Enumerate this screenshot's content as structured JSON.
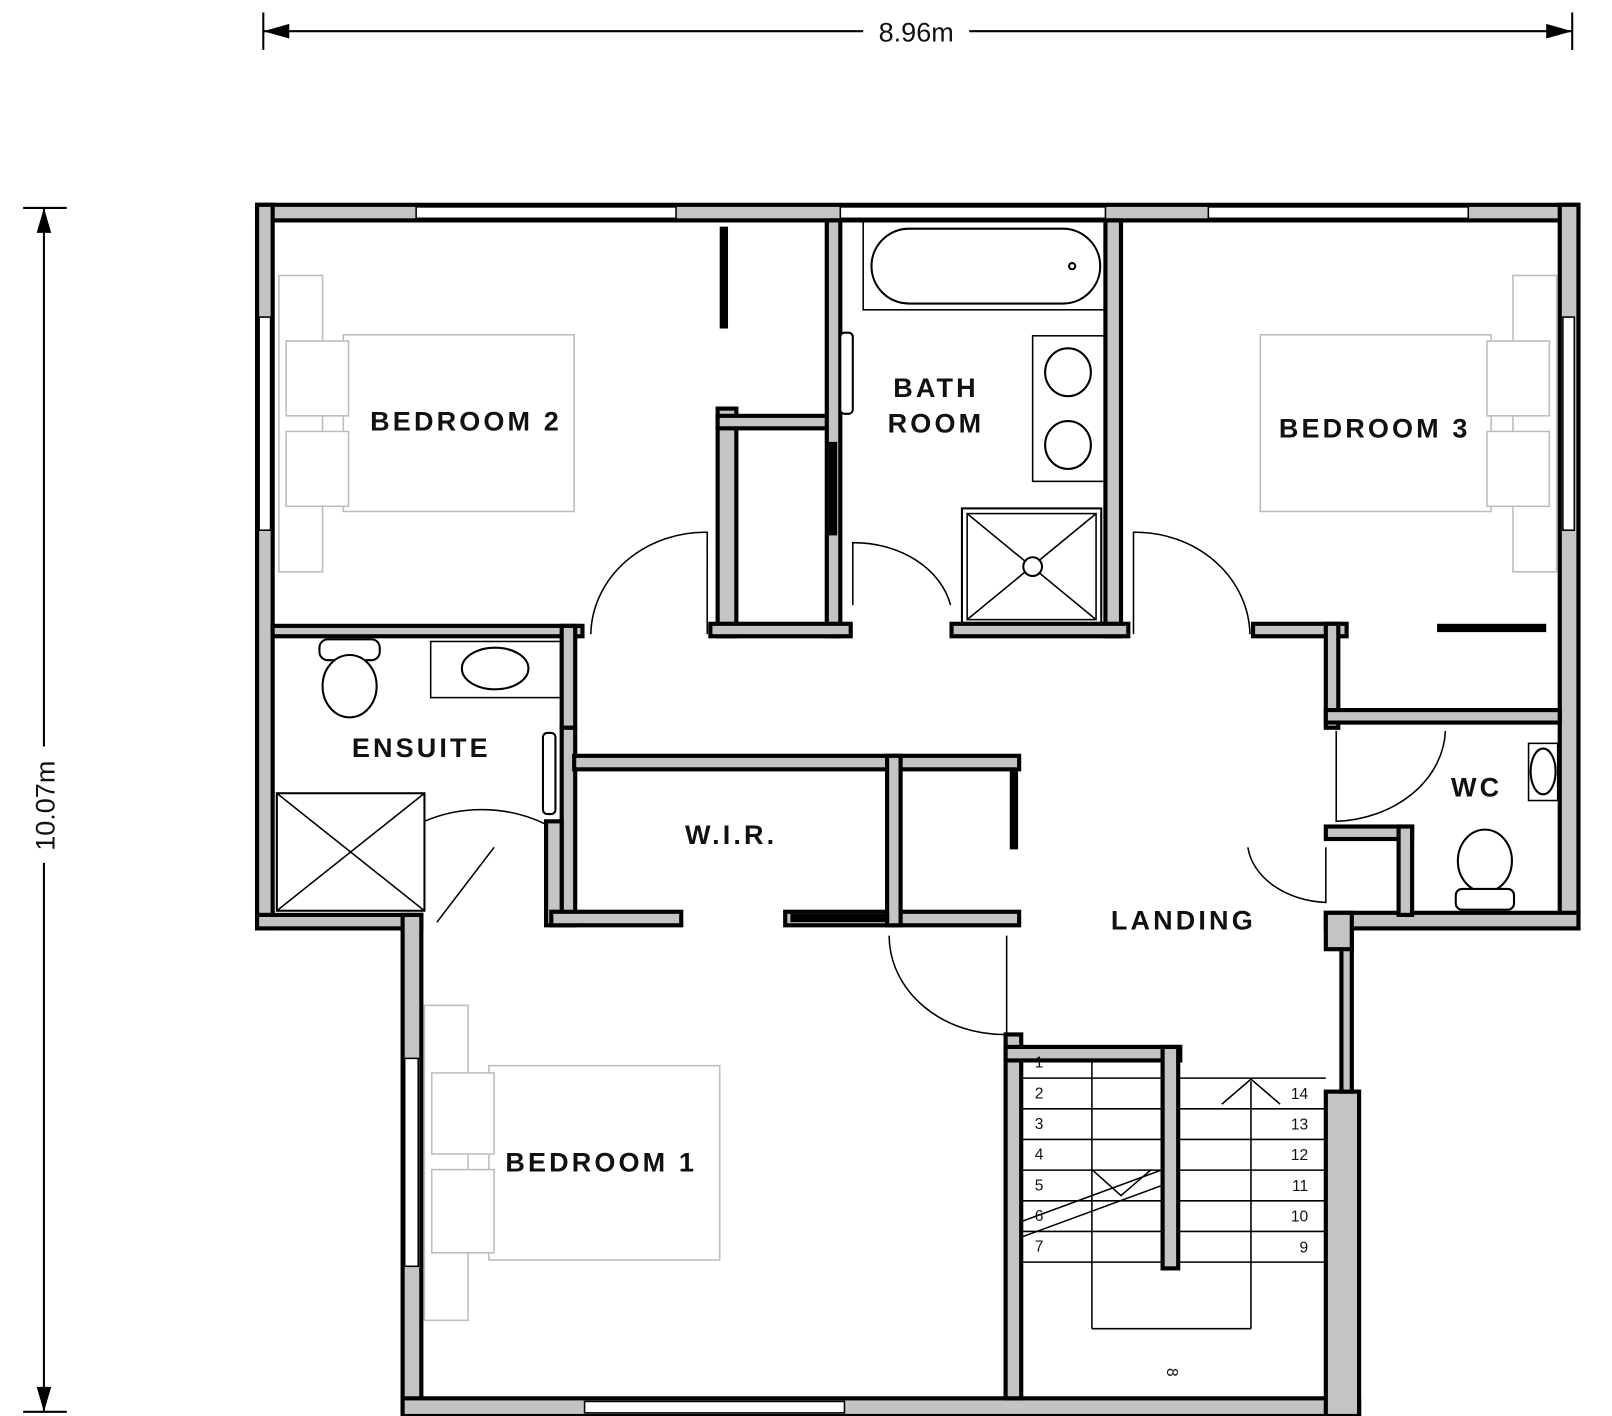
{
  "dimensions": {
    "width": "8.96m",
    "height": "10.07m"
  },
  "rooms": {
    "bedroom2": "BEDROOM 2",
    "bathroom_line1": "BATH",
    "bathroom_line2": "ROOM",
    "bedroom3": "BEDROOM 3",
    "ensuite": "ENSUITE",
    "wir": "W.I.R.",
    "wc": "WC",
    "landing": "LANDING",
    "bedroom1": "BEDROOM 1"
  },
  "stairs": {
    "left": [
      "1",
      "2",
      "3",
      "4",
      "5",
      "6",
      "7"
    ],
    "landing_step": "8",
    "right": [
      "14",
      "13",
      "12",
      "11",
      "10",
      "9"
    ]
  },
  "colors": {
    "wall_fill": "#c4c4c4",
    "line": "#000000",
    "furniture": "#bdbdbd"
  }
}
